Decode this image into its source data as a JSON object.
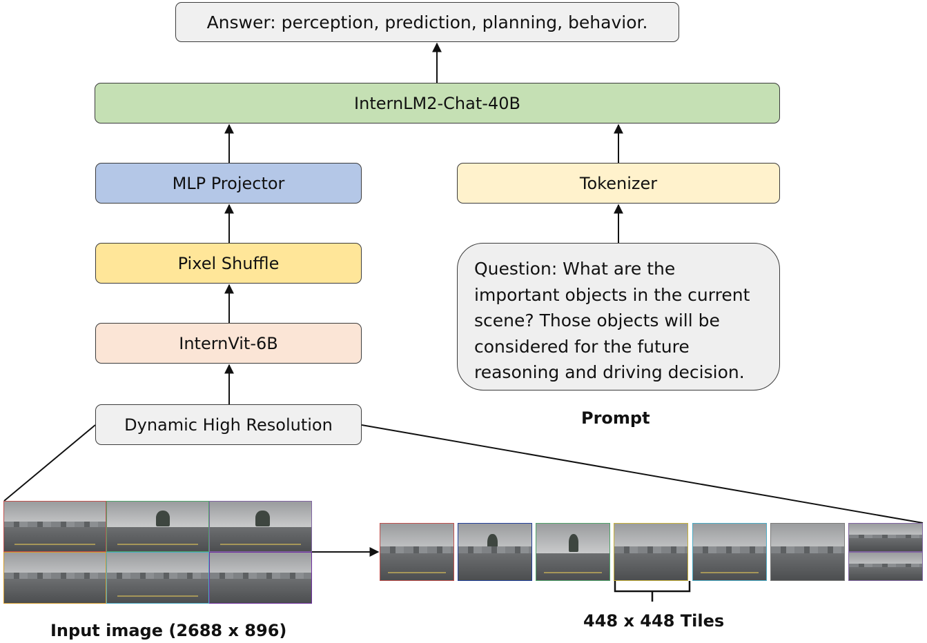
{
  "answer": "Answer: perception, prediction, planning, behavior.",
  "llm": "InternLM2-Chat-40B",
  "projector": "MLP Projector",
  "tokenizer": "Tokenizer",
  "pixel_shuffle": "Pixel Shuffle",
  "vit": "InternVit-6B",
  "dynamic": "Dynamic High Resolution",
  "question": "Question: What are the important objects in the current scene? Those objects will be considered for the future reasoning and driving decision.",
  "prompt_label": "Prompt",
  "input_label": "Input image (2688 x 896)",
  "tiles_label": "448 x 448 Tiles",
  "colors": {
    "answer_fill": "#f0f0f0",
    "llm_fill": "#c5e0b4",
    "projector_fill": "#b4c7e7",
    "tokenizer_fill": "#fff2cc",
    "pixel_shuffle_fill": "#ffe699",
    "vit_fill": "#fbe5d6",
    "dynamic_fill": "#f0f0f0",
    "prompt_fill": "#efefef",
    "camera_borders": [
      "#c0504d",
      "#4fa36a",
      "#8064a2",
      "#d39a2a",
      "#4bacc6",
      "#7030a0"
    ],
    "tile_borders": [
      "#c0504d",
      "#1f3f9a",
      "#4fa36a",
      "#c8b23a",
      "#4bacc6",
      "#7a7a7a",
      "#8064a2"
    ]
  }
}
